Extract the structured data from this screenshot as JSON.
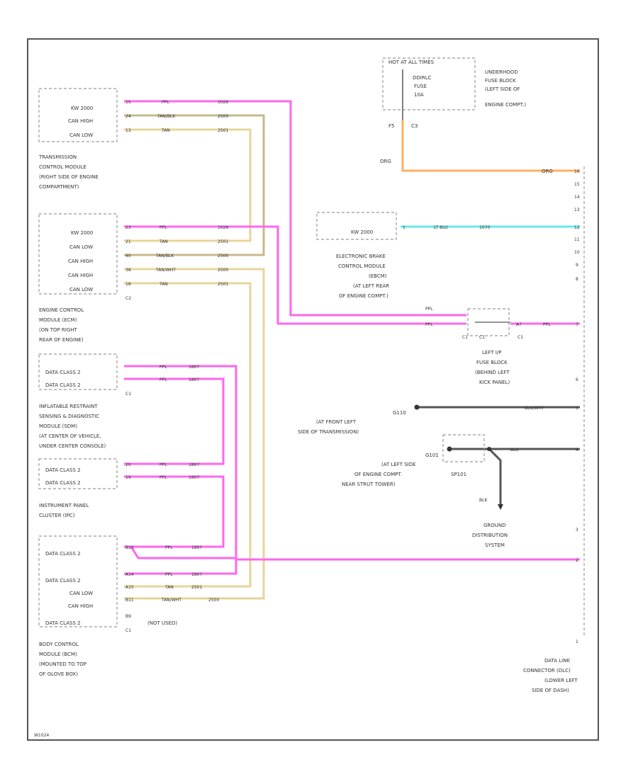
{
  "underhood_fuse": {
    "label_top": "HOT AT ALL TIMES",
    "fuse_lines": [
      "DDIRLC",
      "FUSE",
      "10A"
    ],
    "desc": [
      "UNDERHOOD",
      "FUSE BLOCK",
      "(LEFT SIDE OF",
      "ENGINE COMPT.)"
    ],
    "pins": [
      "F5",
      "C3"
    ],
    "wire_label": "ORG"
  },
  "tcm": {
    "signals": [
      "KW 2000",
      "CAN HIGH",
      "CAN LOW"
    ],
    "pins": [
      "15",
      "24",
      "13"
    ],
    "colors": [
      "PPL",
      "TAN/BLK",
      "TAN"
    ],
    "circuits": [
      "1026",
      "2500",
      "2501"
    ],
    "desc": [
      "TRANSMISSION",
      "CONTROL MODULE",
      "(RIGHT SIDE OF ENGINE",
      "COMPARTMENT)"
    ]
  },
  "ecm": {
    "signals": [
      "KW 2000",
      "CAN LOW",
      "CAN HIGH",
      "CAN HIGH",
      "CAN LOW"
    ],
    "pins": [
      "23",
      "21",
      "40",
      "38",
      "18"
    ],
    "colors": [
      "PPL",
      "TAN",
      "TAN/BLK",
      "TAN/WHT",
      "TAN"
    ],
    "circuits": [
      "1026",
      "2501",
      "2500",
      "2500",
      "2501"
    ],
    "connector": "C2",
    "desc": [
      "ENGINE CONTROL",
      "MODULE (ECM)",
      "(ON TOP RIGHT",
      "REAR OF ENGINE)"
    ]
  },
  "ebcm": {
    "signal": "KW 2000",
    "pin": "1",
    "color": "LT BLU",
    "circuit": "1070",
    "desc": [
      "ELECTRONIC BRAKE",
      "CONTROL MODULE",
      "(EBCM)",
      "(AT LEFT REAR",
      "OF ENGINE COMPT.)"
    ]
  },
  "ip_fuse": {
    "wire_labels": [
      "PPL",
      "PPL"
    ],
    "pins": [
      "C1",
      "C1",
      "A7",
      "C1"
    ],
    "desc": [
      "LEFT I/P",
      "FUSE BLOCK",
      "(BEHIND LEFT",
      "KICK PANEL)"
    ],
    "out_label": "PPL"
  },
  "sdm": {
    "signals": [
      "DATA CLASS 2",
      "DATA CLASS 2"
    ],
    "colors": [
      "PPL",
      "PPL"
    ],
    "circuits": [
      "1807",
      "1807"
    ],
    "connector": "C1",
    "desc": [
      "INFLATABLE RESTRAINT",
      "SENSING & DIAGNOSTIC",
      "MODULE (SDM)",
      "(AT CENTER OF VEHICLE,",
      "UNDER CENTER CONSOLE)"
    ]
  },
  "ipc": {
    "signals": [
      "DATA CLASS 2",
      "DATA CLASS 2"
    ],
    "pins": [
      "20",
      "19"
    ],
    "colors": [
      "PPL",
      "PPL"
    ],
    "circuits": [
      "1807",
      "1807"
    ],
    "desc": [
      "INSTRUMENT PANEL",
      "CLUSTER (IPC)"
    ]
  },
  "bcm": {
    "signals": [
      "DATA CLASS 2",
      "DATA CLASS 2",
      "CAN LOW",
      "CAN HIGH",
      "DATA CLASS 2"
    ],
    "pins": [
      "B10",
      "A14",
      "A15",
      "B11",
      "B9"
    ],
    "colors": [
      "PPL",
      "PPL",
      "TAN",
      "TAN/WHT"
    ],
    "circuits": [
      "1807",
      "1807",
      "2501",
      "2500"
    ],
    "connector": "C1",
    "not_used": "(NOT USED)",
    "desc": [
      "BODY CONTROL",
      "MODULE (BCM)",
      "(MOUNTED TO TOP",
      "OF GLOVE BOX)"
    ]
  },
  "ground": {
    "g110": "G110",
    "g110_desc": [
      "(AT FRONT LEFT",
      "SIDE OF TRANSMISSION)"
    ],
    "g110_wire": "BLK/WHT",
    "g101": "G101",
    "g101_desc": [
      "(AT LEFT SIDE",
      "OF ENGINE COMPT.",
      "NEAR STRUT TOWER)"
    ],
    "splice": "SP101",
    "blk_labels": [
      "BLK",
      "BLK"
    ],
    "gds_desc": [
      "GROUND",
      "DISTRIBUTION",
      "SYSTEM"
    ]
  },
  "dlc": {
    "pins": [
      "16",
      "15",
      "14",
      "13",
      "12",
      "11",
      "10",
      "9",
      "8",
      "7",
      "6",
      "5",
      "4",
      "3",
      "2",
      "1"
    ],
    "desc": [
      "DATA LINK",
      "CONNECTOR (DLC)",
      "(LOWER LEFT",
      "SIDE OF DASH)"
    ]
  },
  "footer_code": "W1024"
}
